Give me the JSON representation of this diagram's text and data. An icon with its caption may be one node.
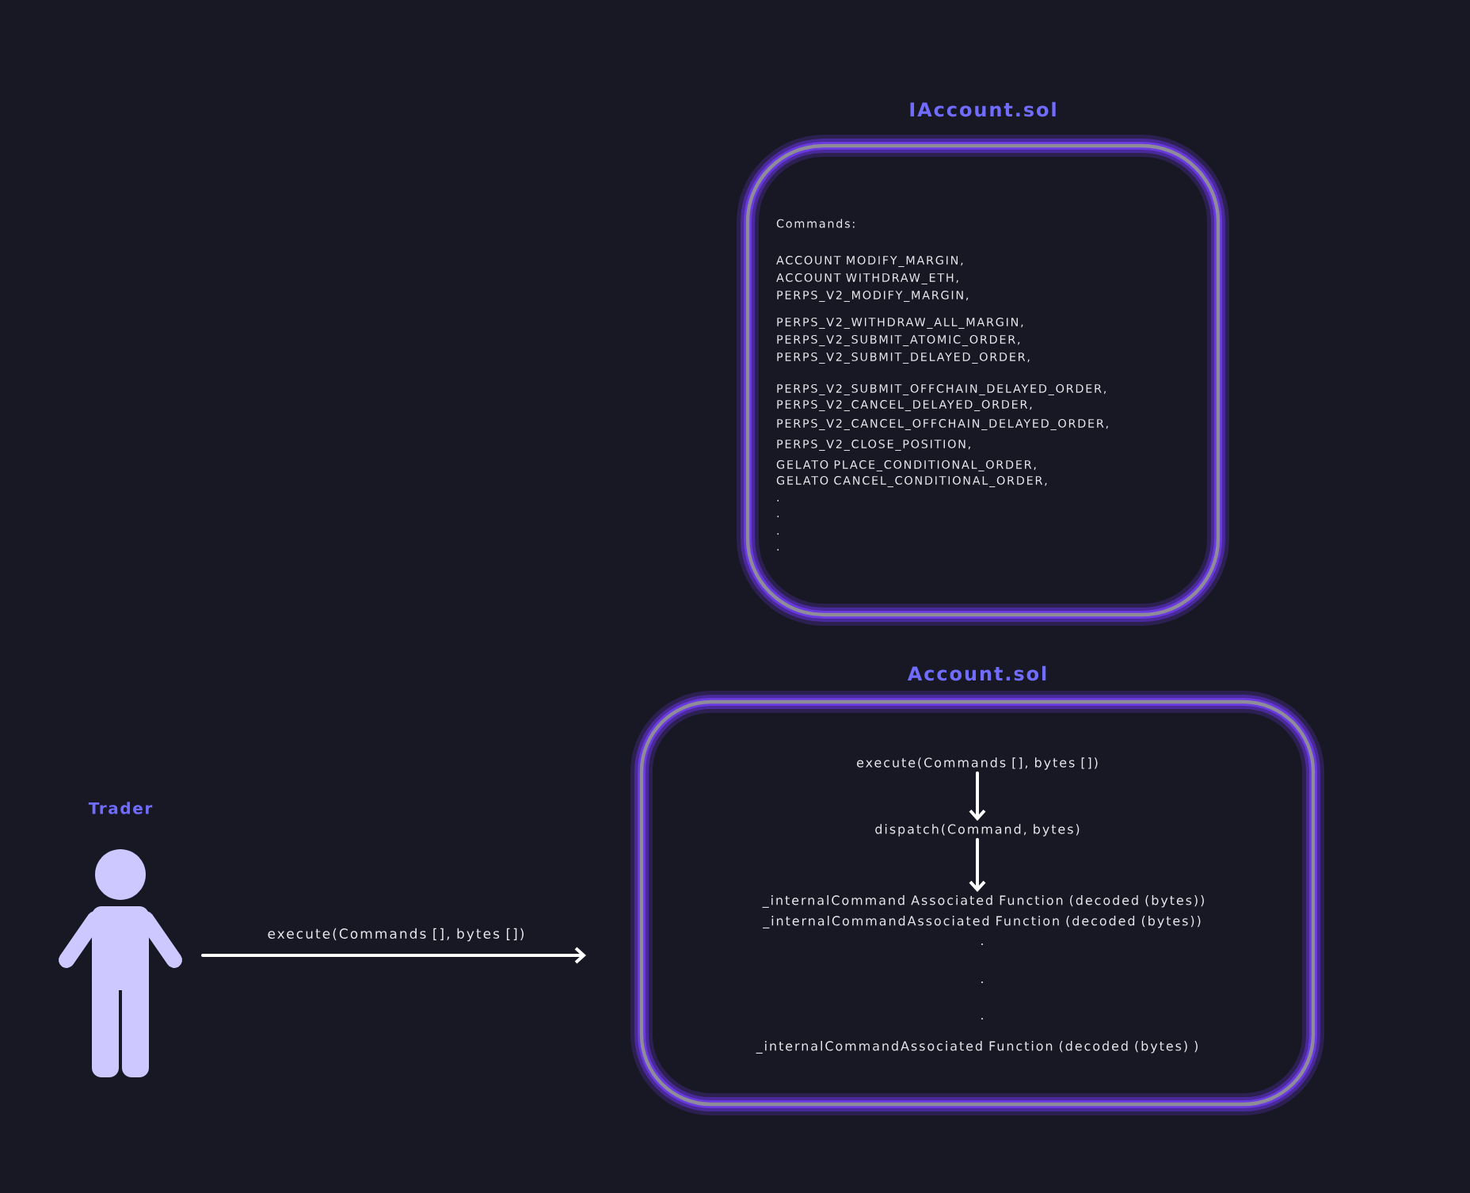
{
  "diagram": {
    "nodes": [
      {
        "text": [
          "IAccount.sol",
          "Commands:",
          "ACCOUNT MODIFY_MARGIN,",
          "ACCOUNT WITHDRAW_ETH,",
          "PERPS_V2_MODIFY_MARGIN,",
          "PERPS_V2_WITHDRAW_ALL_MARGIN,",
          "PERPS_V2_SUBMIT_ATOMIC_ORDER,",
          "PERPS_V2_SUBMIT_DELAYED_ORDER,",
          "PERPS_V2_SUBMIT_OFFCHAIN_DELAYED_ORDER,",
          "PERPS_V2_CANCEL_DELAYED_ORDER,",
          "PERPS_V2_CANCEL_OFFCHAIN_DELAYED_ORDER,",
          "PERPS_V2_CLOSE_POSITION,",
          "GELATO PLACE_CONDITIONAL_ORDER,",
          "GELATO CANCEL_CONDITIONAL_ORDER,",
          ".",
          ".",
          ".",
          "."
        ]
      },
      {
        "text": [
          "Account.sol"
        ]
      },
      {
        "text": [
          "execute(Commands [], bytes [])"
        ],
        "in": 1
      },
      {
        "text": [
          "dispatch(Command, bytes)"
        ],
        "in": 1
      },
      {
        "text": [
          "_internalCommand Associated Function (decoded (bytes))"
        ],
        "in": 1
      },
      {
        "text": [
          "Trader"
        ]
      }
    ],
    "edges": [
      {
        "from": 5,
        "to": 1,
        "arrow": "to",
        "label": "execute(Commands [], bytes [])"
      },
      {
        "from": 2,
        "to": 3,
        "arrow": "to"
      },
      {
        "from": 3,
        "to": 4,
        "arrow": "to"
      }
    ],
    "labels": [
      "_internalCommandAssociated Function (decoded (bytes))",
      ".",
      ".",
      ".",
      "_internalCommandAssociated Function (decoded (bytes) )"
    ]
  }
}
